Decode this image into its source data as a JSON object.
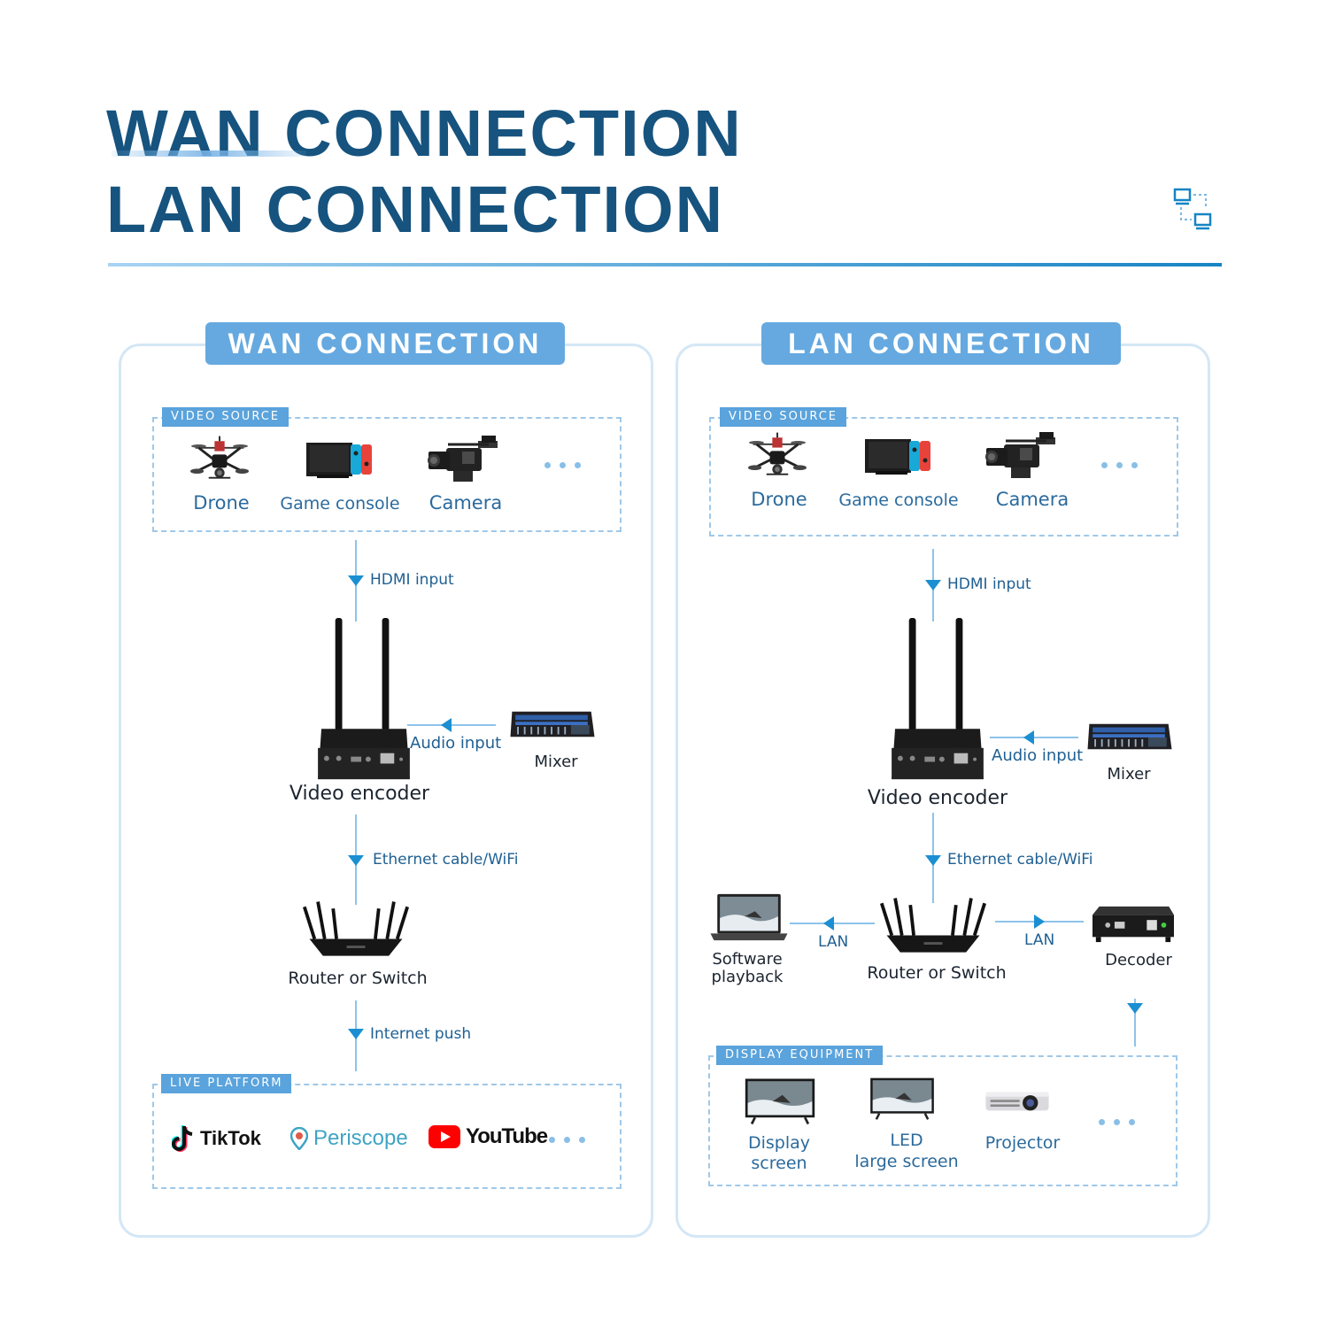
{
  "header": {
    "title_line1": "WAN CONNECTION",
    "title_line2": "LAN CONNECTION",
    "header_icon": "network-computers-icon"
  },
  "wan": {
    "title": "WAN CONNECTION",
    "video_source": {
      "tag": "VIDEO SOURCE",
      "items": [
        {
          "label": "Drone",
          "icon": "drone-icon"
        },
        {
          "label": "Game console",
          "icon": "game-console-icon"
        },
        {
          "label": "Camera",
          "icon": "camera-icon"
        }
      ]
    },
    "hdmi_label": "HDMI input",
    "audio_label": "Audio input",
    "mixer_label": "Mixer",
    "encoder_label": "Video encoder",
    "ethernet_label": "Ethernet cable/WiFi",
    "router_label": "Router or Switch",
    "internet_label": "Internet push",
    "live_platform": {
      "tag": "LIVE PLATFORM",
      "brands": [
        "TikTok",
        "Periscope",
        "YouTube"
      ]
    }
  },
  "lan": {
    "title": "LAN CONNECTION",
    "video_source": {
      "tag": "VIDEO SOURCE",
      "items": [
        {
          "label": "Drone",
          "icon": "drone-icon"
        },
        {
          "label": "Game console",
          "icon": "game-console-icon"
        },
        {
          "label": "Camera",
          "icon": "camera-icon"
        }
      ]
    },
    "hdmi_label": "HDMI input",
    "audio_label": "Audio input",
    "mixer_label": "Mixer",
    "encoder_label": "Video encoder",
    "ethernet_label": "Ethernet cable/WiFi",
    "router_label": "Router or Switch",
    "lan_left_label": "LAN",
    "lan_right_label": "LAN",
    "software_label_1": "Software",
    "software_label_2": "playback",
    "decoder_label": "Decoder",
    "display": {
      "tag": "DISPLAY EQUIPMENT",
      "items": [
        {
          "line1": "Display",
          "line2": "screen",
          "icon": "tv-icon"
        },
        {
          "line1": "LED",
          "line2": "large screen",
          "icon": "led-screen-icon"
        },
        {
          "line1": "Projector",
          "line2": "",
          "icon": "projector-icon"
        }
      ]
    }
  },
  "colors": {
    "headline": "#16537e",
    "pill": "#65a9e0",
    "accent": "#1b8fd2",
    "dashed": "#9fc8e8"
  }
}
